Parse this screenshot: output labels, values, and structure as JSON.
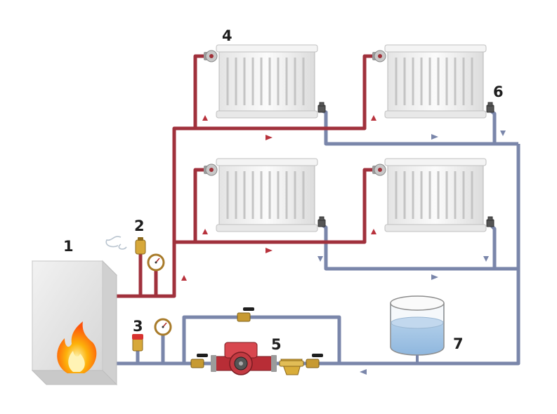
{
  "labels": {
    "boiler": "1",
    "air_vent": "2",
    "safety_valve": "3",
    "radiator_valve": "4",
    "pump": "5",
    "return_valve": "6",
    "expansion_tank": "7"
  },
  "colors": {
    "supply_pipe": "#a0313c",
    "return_pipe": "#7a86aa",
    "radiator": "#f2f2f2",
    "boiler": "#e6e6e6",
    "pump": "#c8343c",
    "tank_water": "#a9c9e6"
  },
  "icons": {
    "flow_arrow": "arrow-icon",
    "pressure_gauge": "gauge-icon",
    "ball_valve": "ball-valve-icon",
    "flame": "flame-icon",
    "steam": "steam-icon"
  }
}
